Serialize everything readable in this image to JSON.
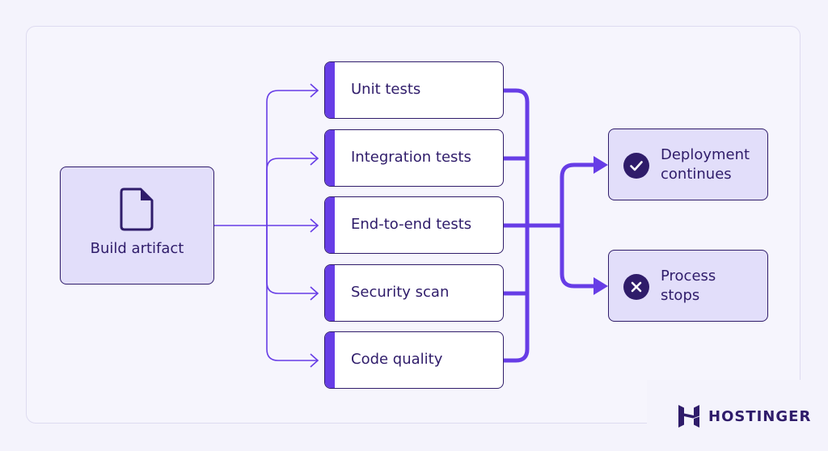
{
  "diagram": {
    "source": {
      "label": "Build artifact",
      "icon": "file-icon"
    },
    "tests": [
      {
        "label": "Unit tests"
      },
      {
        "label": "Integration tests"
      },
      {
        "label": "End-to-end tests"
      },
      {
        "label": "Security scan"
      },
      {
        "label": "Code quality"
      }
    ],
    "outcomes": [
      {
        "line1": "Deployment",
        "line2": "continues",
        "icon": "check-circle-icon"
      },
      {
        "line1": "Process",
        "line2": "stops",
        "icon": "x-circle-icon"
      }
    ]
  },
  "brand": {
    "name": "HOSTINGER",
    "icon": "hostinger-logo-icon"
  },
  "colors": {
    "accent": "#673de6",
    "ink": "#2f1c6a",
    "box_fill": "#e2defa",
    "background": "#f4f3fc"
  }
}
